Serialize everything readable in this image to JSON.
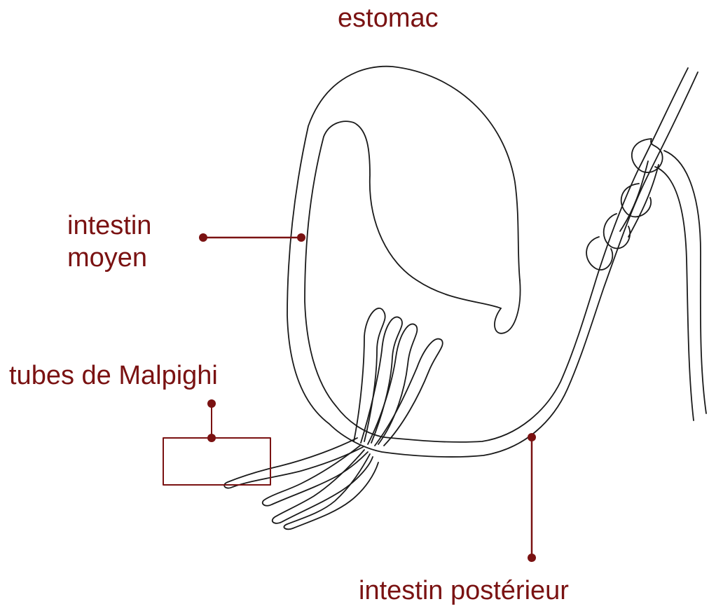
{
  "labels": {
    "estomac": "estomac",
    "intestin_moyen_line1": "intestin",
    "intestin_moyen_line2": "moyen",
    "tubes_malpighi": "tubes de Malpighi",
    "intestin_posterieur": "intestin postérieur"
  },
  "colors": {
    "label_text": "#7a1212",
    "leader_line": "#7a1212",
    "outline": "#1a1a1a",
    "background": "#ffffff"
  }
}
